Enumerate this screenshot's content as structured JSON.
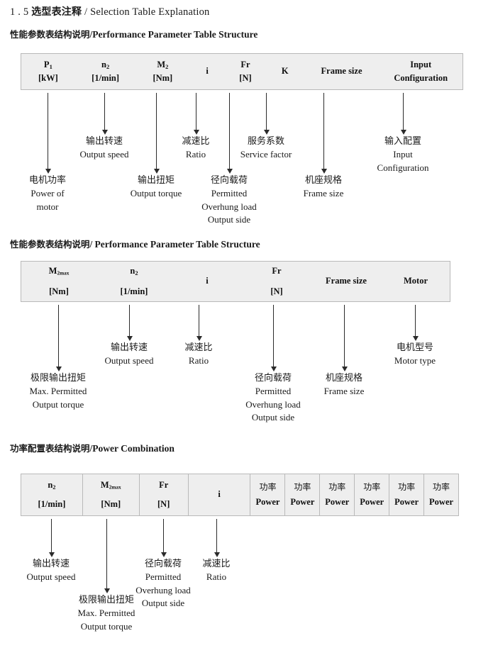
{
  "page": {
    "title_number": "1 . 5",
    "title_cn": "选型表注释",
    "title_sep": "/",
    "title_en": "Selection Table Explanation"
  },
  "sections": [
    {
      "id": "performance-parameter-1",
      "heading_cn": "性能参数表结构说明",
      "heading_sep": "/",
      "heading_en": "Performance Parameter Table Structure",
      "table": {
        "columns": [
          {
            "line1": "P",
            "line1_sub": "1",
            "line2": "[kW]"
          },
          {
            "line1": "n",
            "line1_sub": "2",
            "line2": "[1/min]"
          },
          {
            "line1": "M",
            "line1_sub": "2",
            "line2": "[Nm]"
          },
          {
            "line1": "i",
            "line1_sub": "",
            "line2": ""
          },
          {
            "line1": "Fr",
            "line1_sub": "",
            "line2": "[N]"
          },
          {
            "line1": "K",
            "line1_sub": "",
            "line2": ""
          },
          {
            "line1": "Frame size",
            "line1_sub": "",
            "line2": ""
          },
          {
            "line1": "Input",
            "line1_sub": "",
            "line2": "Configuration"
          }
        ]
      },
      "annotations": [
        {
          "cn": "电机功率",
          "en": [
            "Power of",
            "motor"
          ]
        },
        {
          "cn": "输出转速",
          "en": [
            "Output speed"
          ]
        },
        {
          "cn": "输出扭矩",
          "en": [
            "Output torque"
          ]
        },
        {
          "cn": "减速比",
          "en": [
            "Ratio"
          ]
        },
        {
          "cn": "径向载荷",
          "en": [
            "Permitted",
            "Overhung load",
            "Output side"
          ]
        },
        {
          "cn": "服务系数",
          "en": [
            "Service factor"
          ]
        },
        {
          "cn": "机座规格",
          "en": [
            "Frame size"
          ]
        },
        {
          "cn": "输入配置",
          "en": [
            "Input",
            "Configuration"
          ]
        }
      ]
    },
    {
      "id": "performance-parameter-2",
      "heading_cn": "性能参数表结构说明",
      "heading_sep": "/",
      "heading_en": "Performance Parameter Table Structure",
      "table": {
        "columns": [
          {
            "line1": "M",
            "line1_sub": "2max",
            "line2": "[Nm]"
          },
          {
            "line1": "n",
            "line1_sub": "2",
            "line2": "[1/min]"
          },
          {
            "line1": "i",
            "line1_sub": "",
            "line2": ""
          },
          {
            "line1": "Fr",
            "line1_sub": "",
            "line2": "[N]"
          },
          {
            "line1": "Frame size",
            "line1_sub": "",
            "line2": ""
          },
          {
            "line1": "Motor",
            "line1_sub": "",
            "line2": ""
          }
        ]
      },
      "annotations": [
        {
          "cn": "极限输出扭矩",
          "en": [
            "Max. Permitted",
            "Output  torque"
          ]
        },
        {
          "cn": "输出转速",
          "en": [
            "Output speed"
          ]
        },
        {
          "cn": "减速比",
          "en": [
            "Ratio"
          ]
        },
        {
          "cn": "径向载荷",
          "en": [
            "Permitted",
            "Overhung load",
            "Output side"
          ]
        },
        {
          "cn": "机座规格",
          "en": [
            "Frame size"
          ]
        },
        {
          "cn": "电机型号",
          "en": [
            "Motor type"
          ]
        }
      ]
    },
    {
      "id": "power-combination",
      "heading_cn": "功率配置表结构说明",
      "heading_sep": "/",
      "heading_en": "Power Combination",
      "table": {
        "columns": [
          {
            "line1": "n",
            "line1_sub": "2",
            "line2": "[1/min]"
          },
          {
            "line1": "M",
            "line1_sub": "2max",
            "line2": "[Nm]"
          },
          {
            "line1": "Fr",
            "line1_sub": "",
            "line2": "[N]"
          },
          {
            "line1": "i",
            "line1_sub": "",
            "line2": ""
          },
          {
            "line1_cn": "功率",
            "line2": "Power"
          },
          {
            "line1_cn": "功率",
            "line2": "Power"
          },
          {
            "line1_cn": "功率",
            "line2": "Power"
          },
          {
            "line1_cn": "功率",
            "line2": "Power"
          },
          {
            "line1_cn": "功率",
            "line2": "Power"
          },
          {
            "line1_cn": "功率",
            "line2": "Power"
          }
        ]
      },
      "annotations": [
        {
          "cn": "输出转速",
          "en": [
            "Output speed"
          ]
        },
        {
          "cn": "极限输出扭矩",
          "en": [
            "Max. Permitted",
            "Output  torque"
          ]
        },
        {
          "cn": "径向载荷",
          "en": [
            "Permitted",
            "Overhung load",
            "Output side"
          ]
        },
        {
          "cn": "减速比",
          "en": [
            "Ratio"
          ]
        }
      ]
    }
  ]
}
